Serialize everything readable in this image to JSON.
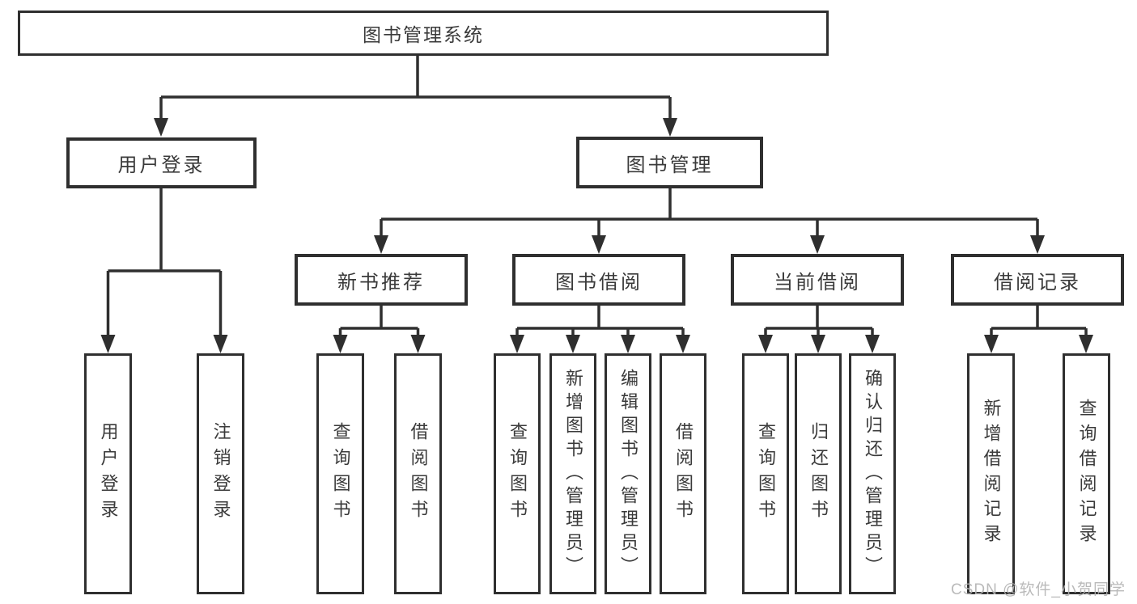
{
  "diagram": {
    "title": "图书管理系统",
    "nodes": {
      "root": {
        "label": "图书管理系统"
      },
      "user_login": {
        "label": "用户登录"
      },
      "book_mgmt": {
        "label": "图书管理"
      },
      "new_book_rec": {
        "label": "新书推荐"
      },
      "book_borrow": {
        "label": "图书借阅"
      },
      "current_borrow": {
        "label": "当前借阅"
      },
      "borrow_records": {
        "label": "借阅记录"
      },
      "user_login_leaf": {
        "label": "用户登录"
      },
      "logout_leaf": {
        "label": "注销登录"
      },
      "rec_query": {
        "label": "查询图书"
      },
      "rec_borrow": {
        "label": "借阅图书"
      },
      "bb_query": {
        "label": "查询图书"
      },
      "bb_add": {
        "label": "新增图书（管理员）"
      },
      "bb_edit": {
        "label": "编辑图书（管理员）"
      },
      "bb_borrow": {
        "label": "借阅图书"
      },
      "cb_query": {
        "label": "查询图书"
      },
      "cb_return": {
        "label": "归还图书"
      },
      "cb_confirm": {
        "label": "确认归还（管理员）"
      },
      "br_add": {
        "label": "新增借阅记录"
      },
      "br_query": {
        "label": "查询借阅记录"
      }
    },
    "hierarchy": {
      "图书管理系统": {
        "用户登录": [
          "用户登录",
          "注销登录"
        ],
        "图书管理": {
          "新书推荐": [
            "查询图书",
            "借阅图书"
          ],
          "图书借阅": [
            "查询图书",
            "新增图书（管理员）",
            "编辑图书（管理员）",
            "借阅图书"
          ],
          "当前借阅": [
            "查询图书",
            "归还图书",
            "确认归还（管理员）"
          ],
          "借阅记录": [
            "新增借阅记录",
            "查询借阅记录"
          ]
        }
      }
    },
    "watermark": "CSDN @软件_小贺同学",
    "colors": {
      "line": "#2f2f2f",
      "text": "#3a3a3a",
      "watermark": "#b3b3b3",
      "background": "#ffffff"
    }
  }
}
